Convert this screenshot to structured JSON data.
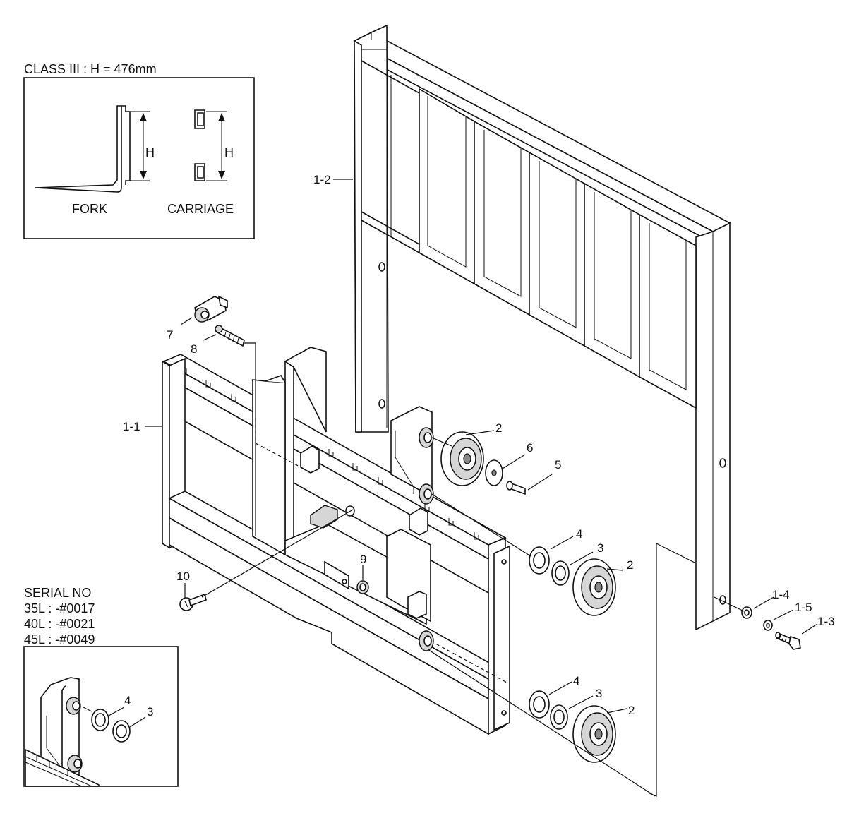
{
  "inset_class": {
    "heading": "CLASS III : H = 476mm",
    "fork_label": "FORK",
    "carriage_label": "CARRIAGE",
    "dimension_label": "H"
  },
  "inset_serial": {
    "heading": "SERIAL NO",
    "lines": [
      "35L : -#0017",
      "40L : -#0021",
      "45L : -#0049"
    ]
  },
  "callouts": {
    "c1_1": "1-1",
    "c1_2": "1-2",
    "c1_3": "1-3",
    "c1_4": "1-4",
    "c1_5": "1-5",
    "c2a": "2",
    "c2b": "2",
    "c2c": "2",
    "c3a": "3",
    "c3b": "3",
    "c3c": "3",
    "c4a": "4",
    "c4b": "4",
    "c4c": "4",
    "c5": "5",
    "c6": "6",
    "c7": "7",
    "c8": "8",
    "c9": "9",
    "c10": "10"
  }
}
